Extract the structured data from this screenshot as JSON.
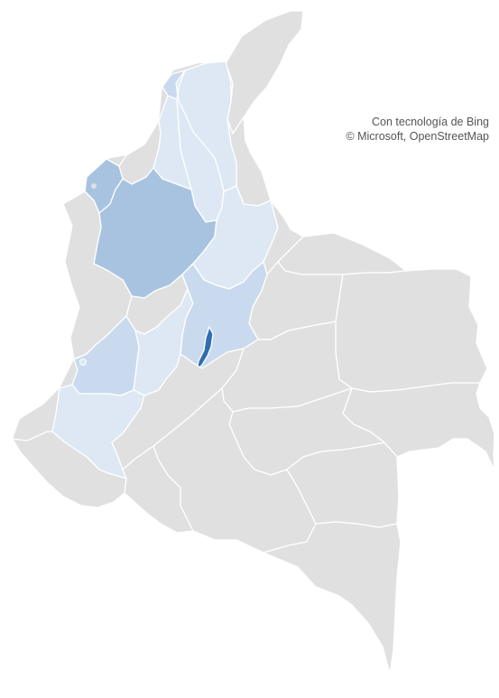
{
  "map": {
    "attribution": {
      "line1": "Con tecnología de Bing",
      "line2": "© Microsoft, OpenStreetMap"
    },
    "colors": {
      "no_data": "#e0e0e0",
      "level_1": "#dde8f4",
      "level_2": "#c9daee",
      "level_3": "#a7c3e0",
      "level_4": "#2f6db1",
      "border": "#ffffff",
      "attribution_text": "#555555"
    },
    "regions": [
      {
        "id": "la-guajira",
        "level": "no_data"
      },
      {
        "id": "cesar-norte",
        "level": "no_data"
      },
      {
        "id": "cesar",
        "level": "level_1"
      },
      {
        "id": "atlantico",
        "level": "level_2"
      },
      {
        "id": "magdalena",
        "level": "level_1"
      },
      {
        "id": "bolivar-centro",
        "level": "level_1"
      },
      {
        "id": "sucre-cordoba-oeste",
        "level": "no_data"
      },
      {
        "id": "cordoba",
        "level": "level_3"
      },
      {
        "id": "antioquia",
        "level": "level_3"
      },
      {
        "id": "santander",
        "level": "level_1"
      },
      {
        "id": "norte-de-santander",
        "level": "no_data"
      },
      {
        "id": "arauca",
        "level": "no_data"
      },
      {
        "id": "casanare",
        "level": "no_data"
      },
      {
        "id": "vichada",
        "level": "no_data"
      },
      {
        "id": "choco",
        "level": "no_data"
      },
      {
        "id": "eje-cafetero",
        "level": "no_data"
      },
      {
        "id": "tolima",
        "level": "level_1"
      },
      {
        "id": "cundinamarca",
        "level": "level_2"
      },
      {
        "id": "bogota",
        "level": "level_4"
      },
      {
        "id": "valle-del-cauca",
        "level": "level_2"
      },
      {
        "id": "cauca",
        "level": "level_1"
      },
      {
        "id": "huila",
        "level": "no_data"
      },
      {
        "id": "meta",
        "level": "no_data"
      },
      {
        "id": "guainia",
        "level": "no_data"
      },
      {
        "id": "guaviare",
        "level": "no_data"
      },
      {
        "id": "narino",
        "level": "no_data"
      },
      {
        "id": "putumayo",
        "level": "no_data"
      },
      {
        "id": "caqueta",
        "level": "no_data"
      },
      {
        "id": "vaupes",
        "level": "no_data"
      },
      {
        "id": "amazonas",
        "level": "no_data"
      }
    ]
  }
}
